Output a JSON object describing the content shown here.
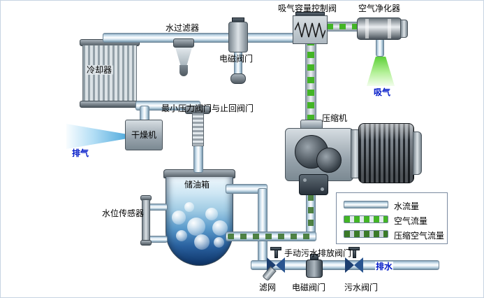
{
  "components": {
    "cooler": "冷却器",
    "water_filter": "水过滤器",
    "solenoid_valve_top": "电磁阀门",
    "intake_capacity_valve": "吸气容量控制阀",
    "air_purifier": "空气净化器",
    "intake": "吸气",
    "compressor": "压缩机",
    "min_pressure_check_valve": "最小压力阀门与止回阀门",
    "dryer": "干燥机",
    "exhaust": "排气",
    "oil_tank": "储油箱",
    "water_level_sensor": "水位传感器",
    "manual_drain_valve": "手动污水排放阀门",
    "strainer": "滤网",
    "solenoid_valve_bottom": "电磁阀门",
    "sewage_valve": "污水阀门",
    "drain": "排水"
  },
  "legend": {
    "items": [
      {
        "label": "水流量"
      },
      {
        "label": "空气流量"
      },
      {
        "label": "压缩空气流量"
      }
    ]
  },
  "colors": {
    "label_blue": "#0018c8",
    "air_flow_green": "#43b526",
    "compressed_air_green": "#3a7a28",
    "pipe_water_blue": "#c2d8e6"
  }
}
